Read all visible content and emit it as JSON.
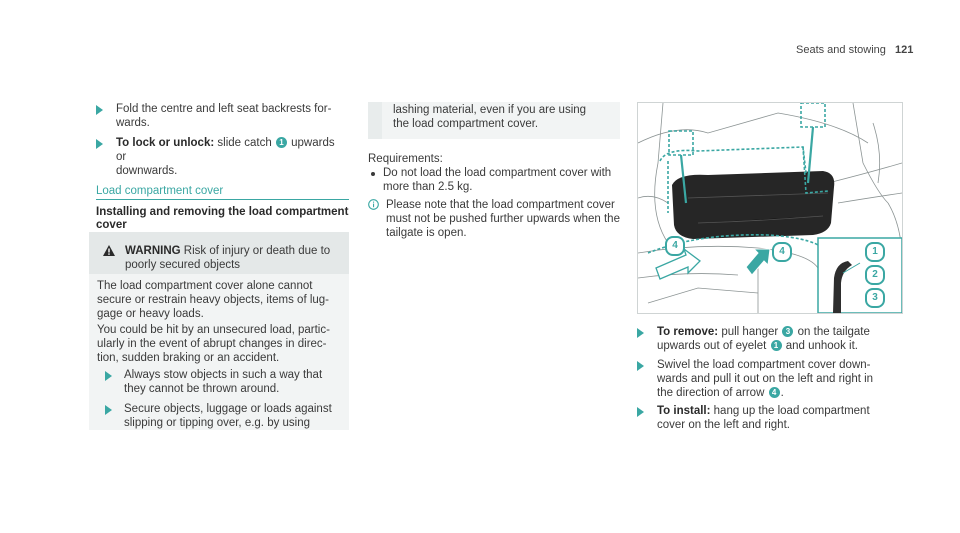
{
  "header": {
    "section": "Seats and stowing",
    "page_number": "121"
  },
  "col1": {
    "step_fold": "Fold the centre and left seat backrests for-\nwards.",
    "step_lock_label": "To lock or unlock:",
    "step_lock_text_a": " slide catch ",
    "step_lock_callout": "1",
    "step_lock_text_b": " upwards or",
    "step_lock_text_c": "downwards.",
    "link_heading": "Load compartment cover",
    "section_heading": "Installing and removing the load compartment\ncover",
    "warning_label": "WARNING",
    "warning_title_a": " Risk of injury or death due to",
    "warning_title_b": "poorly secured objects",
    "warning_body_1": "The load compartment cover alone cannot\nsecure or restrain heavy objects, items of lug-\ngage or heavy loads.",
    "warning_body_2": "You could be hit by an unsecured load, partic-\nularly in the event of abrupt changes in direc-\ntion, sudden braking or an accident.",
    "warning_step_1": "Always stow objects in such a way that\nthey cannot be thrown around.",
    "warning_step_2": "Secure objects, luggage or loads against\nslipping or tipping over, e.g. by using"
  },
  "col2": {
    "continued": "lashing material, even if you are using\nthe load compartment cover.",
    "requirements_label": "Requirements:",
    "req_1": "Do not load the load compartment cover with\nmore than 2.5 kg.",
    "note": "Please note that the load compartment cover\nmust not be pushed further upwards when the\ntailgate is open."
  },
  "col3": {
    "remove_label": "To remove:",
    "remove_a": " pull hanger ",
    "remove_callout_1": "3",
    "remove_b": " on the tailgate",
    "remove_c": "upwards out of eyelet ",
    "remove_callout_2": "1",
    "remove_d": " and unhook it.",
    "swivel_a": "Swivel the load compartment cover down-\nwards and pull it out on the left and right in\nthe direction of arrow ",
    "swivel_callout": "4",
    "swivel_b": ".",
    "install_label": "To install:",
    "install_a": " hang up the load compartment",
    "install_b": "cover on the left and right."
  },
  "figure": {
    "callouts": [
      "1",
      "2",
      "3",
      "4",
      "4"
    ],
    "colors": {
      "accent": "#3aa7a3",
      "text": "#3a3a3a",
      "panel": "#f2f4f4"
    }
  }
}
